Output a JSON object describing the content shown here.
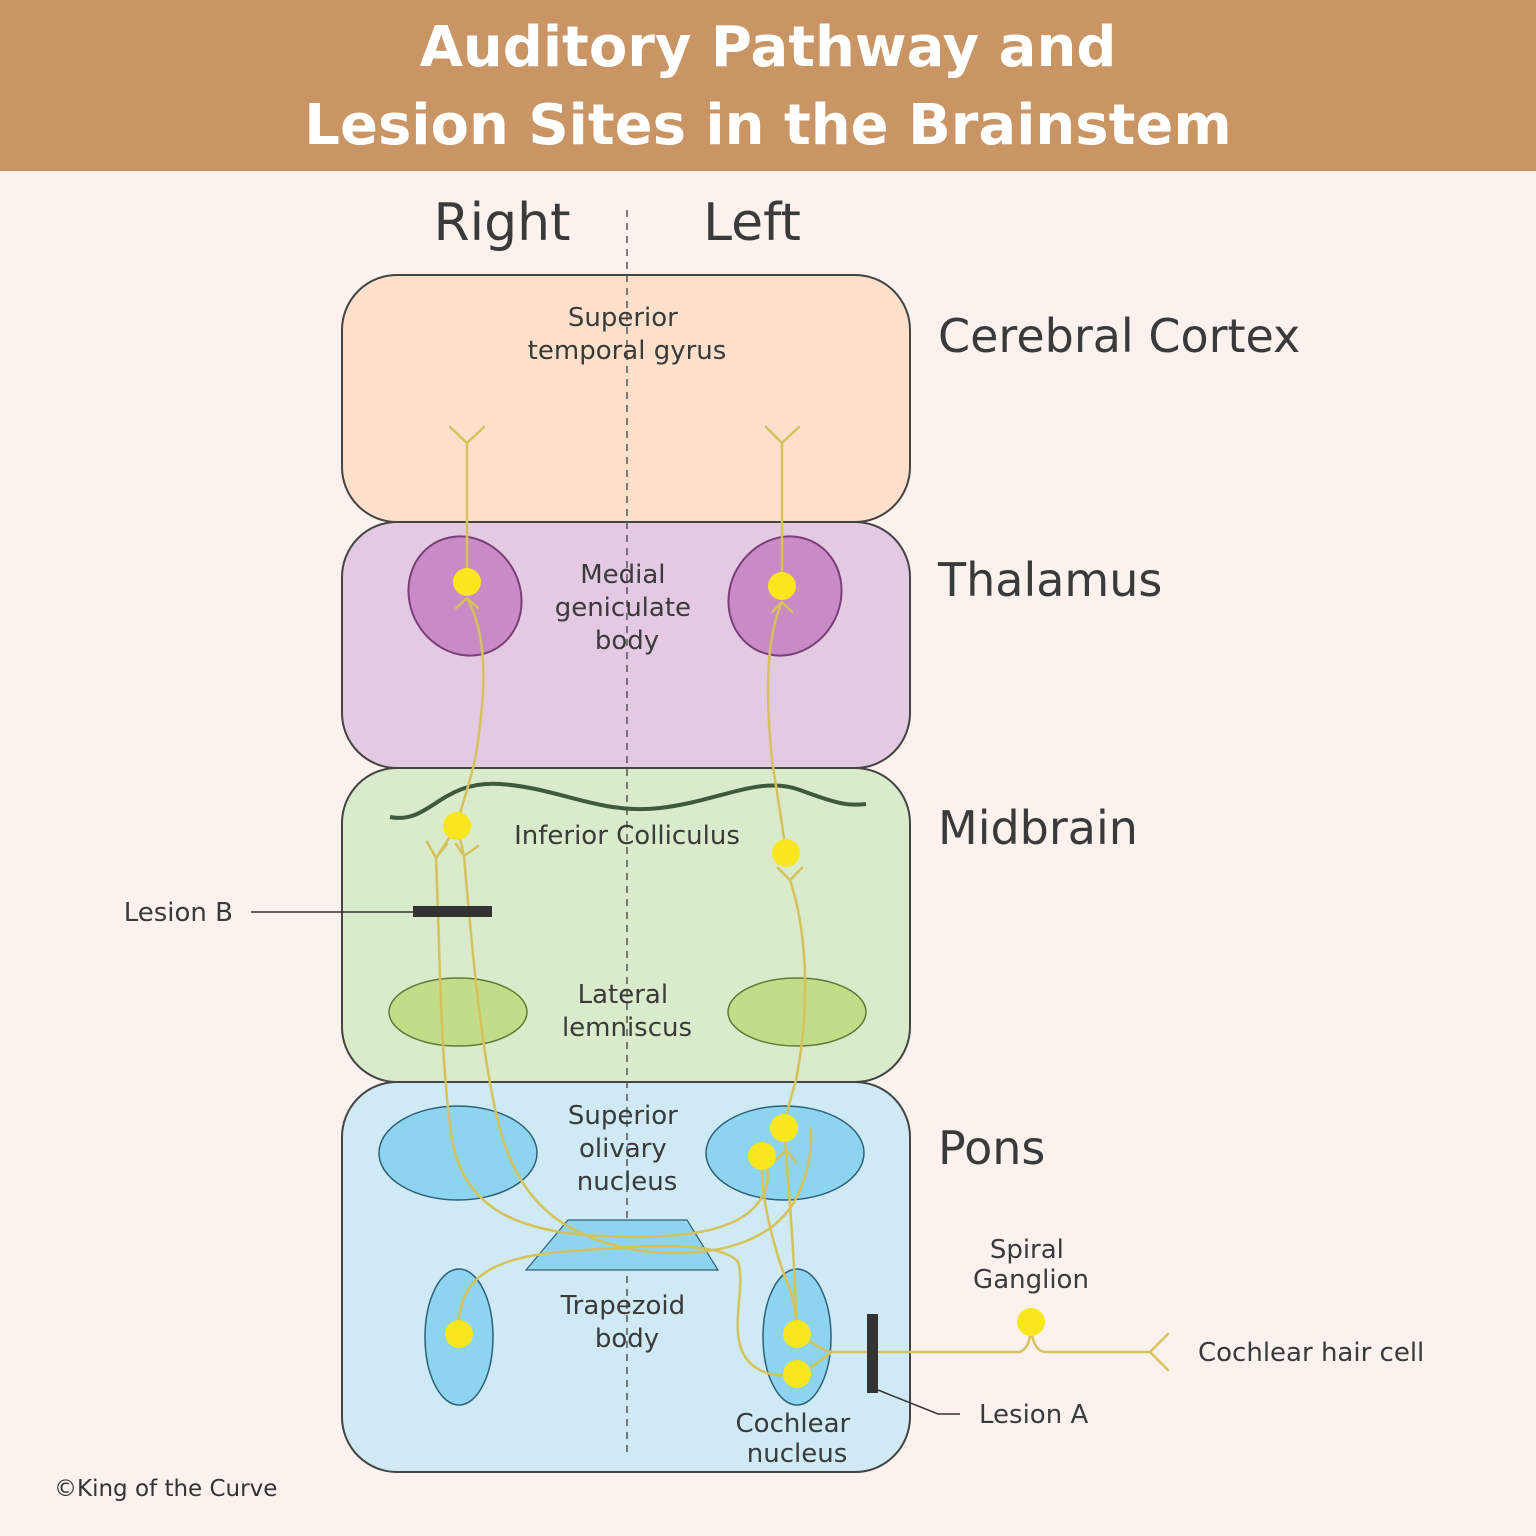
{
  "header": {
    "title_line1": "Auditory Pathway and",
    "title_line2": "Lesion Sites in the Brainstem"
  },
  "sides": {
    "right": "Right",
    "left": "Left"
  },
  "regions": {
    "cortex": "Cerebral Cortex",
    "thalamus": "Thalamus",
    "midbrain": "Midbrain",
    "pons": "Pons"
  },
  "structures": {
    "superior_temporal_gyrus": [
      "Superior",
      "temporal gyrus"
    ],
    "medial_geniculate_body": [
      "Medial",
      "geniculate",
      "body"
    ],
    "inferior_colliculus": "Inferior Colliculus",
    "lateral_lemniscus": [
      "Lateral",
      "lemniscus"
    ],
    "superior_olivary_nucleus": [
      "Superior",
      "olivary",
      "nucleus"
    ],
    "trapezoid_body": [
      "Trapezoid",
      "body"
    ],
    "cochlear_nucleus": [
      "Cochlear",
      "nucleus"
    ],
    "spiral_ganglion": [
      "Spiral",
      "Ganglion"
    ],
    "cochlear_hair_cell": "Cochlear hair cell"
  },
  "lesions": {
    "a": "Lesion A",
    "b": "Lesion B"
  },
  "copyright": "©King of the Curve",
  "colors": {
    "header": "#c99564",
    "background": "#fbf1ed",
    "cortex": "#fde0cb",
    "thalamus": "#e3c9e2",
    "thalamus_nucleus": "#c98bc5",
    "midbrain": "#d9ebcb",
    "lemniscus": "#c3dc87",
    "pons": "#cfeaf5",
    "pons_nucleus": "#8dd5ee",
    "neuron": "#d6c25b",
    "cell_body": "#f8e71c",
    "lesion": "#333333"
  }
}
